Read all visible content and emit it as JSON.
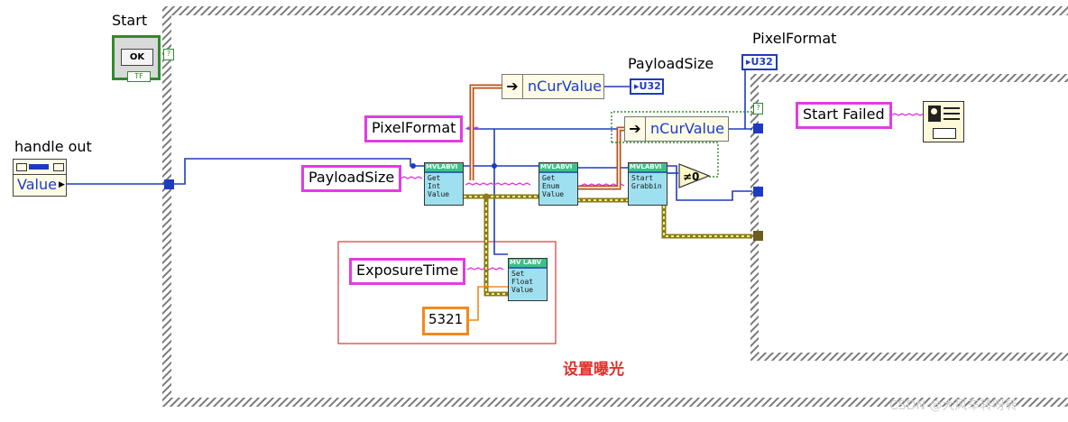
{
  "start_control": {
    "label": "Start",
    "button_text": "OK",
    "tf_text": "TF"
  },
  "handle_out": {
    "label": "handle out",
    "property": "Value"
  },
  "constants": {
    "pixel_format": "PixelFormat",
    "payload_size": "PayloadSize",
    "exposure_time": "ExposureTime",
    "exposure_value": "5321",
    "start_failed": "Start Failed"
  },
  "property_nodes": {
    "payload_cur_value": "nCurValue",
    "pixel_cur_value": "nCurValue"
  },
  "indicators": {
    "payload_label": "PayloadSize",
    "payload_type": "U32",
    "pixel_label": "PixelFormat",
    "pixel_type": "U32"
  },
  "subvis": {
    "get_int": {
      "header": "MVLABVI",
      "body": "Get Int Value"
    },
    "get_enum": {
      "header": "MVLABVI",
      "body": "Get Enum Value"
    },
    "start_grabbing": {
      "header": "MVLABVI",
      "body": "Start Grabbin"
    },
    "set_float": {
      "header": "MV LABV",
      "body": "Set Float Value"
    }
  },
  "compare_text": "≠0",
  "annotation": "设置曝光",
  "watermark": "CSDN @大风车转呀转",
  "colors": {
    "border": "#7f7f7f",
    "string_wire": "#e23ce2",
    "ref_wire": "#1d3bc2",
    "error_wire": "#8a7a1a",
    "numeric_wire": "#f08a1c",
    "cluster_wire": "#b5501a",
    "bool_wire": "#2e8b2e",
    "annotation": "#e0302a"
  }
}
